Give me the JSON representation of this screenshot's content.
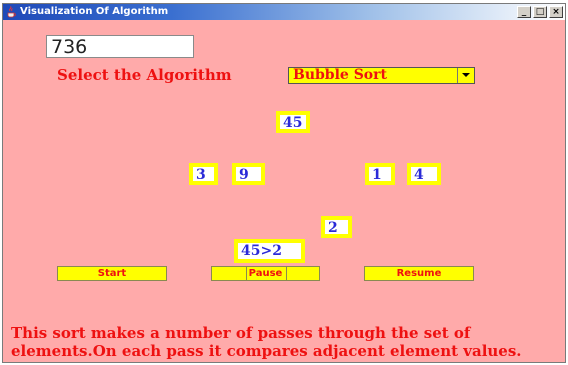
{
  "window": {
    "title": "Visualization Of Algorithm",
    "controls": {
      "minimize": "_",
      "maximize": "□",
      "close": "×"
    }
  },
  "input": {
    "value": "736"
  },
  "algorithm": {
    "label": "Select the Algorithm",
    "selected": "Bubble Sort"
  },
  "nodes": {
    "top": "45",
    "left_a": "3",
    "left_b": "9",
    "right_a": "1",
    "right_b": "4",
    "lower": "2",
    "comparison": "45>2"
  },
  "buttons": {
    "start": "Start",
    "pause": "Pause",
    "resume": "Resume"
  },
  "description": "This sort makes a number of passes through the set of elements.On each pass it compares adjacent element values.",
  "colors": {
    "background": "#ffaaaa",
    "accent_text": "#ee1111",
    "node_fill": "#ffffff",
    "node_border": "#ffff00",
    "node_text": "#2a2ad8",
    "button_fill": "#ffff00"
  }
}
